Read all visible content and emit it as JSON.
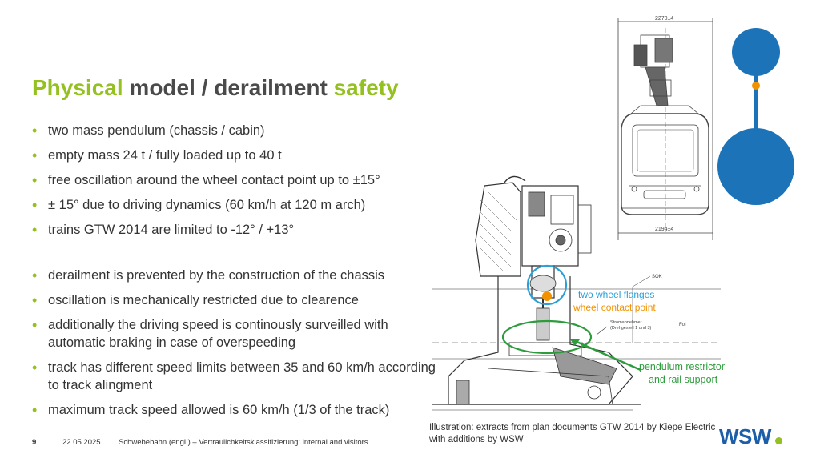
{
  "title": {
    "word1": "Physical",
    "word2": "model",
    "word3": " / derailment",
    "word4": "safety"
  },
  "bullets_group1": [
    "two mass pendulum (chassis / cabin)",
    "empty mass 24 t  / fully loaded up to 40 t",
    "free oscillation around the wheel contact point up to ±15°",
    "± 15° due to driving dynamics (60 km/h at 120 m arch)",
    "trains GTW 2014 are limited to -12° / +13°"
  ],
  "bullets_group2": [
    "derailment is prevented by the construction of the chassis",
    "oscillation is mechanically restricted due to clearence",
    "additionally the driving speed is continously surveilled with automatic braking in case of overspeeding",
    "track has different speed limits between 35 and 60 km/h according to track alingment",
    "maximum track speed allowed is 60 km/h (1/3 of the track)"
  ],
  "figure": {
    "dim_top": "2270±4",
    "dim_bottom": "2194±4",
    "label_sok": "SOK",
    "label_fol": "FoI",
    "label_current": "Stromabnehmer",
    "label_current2": "(Drehgestell 1 und 3)",
    "label_flanges": "two wheel flanges",
    "label_contact": "wheel contact point",
    "label_restrictor": "pendulum restrictor",
    "label_rail": "and rail support"
  },
  "caption": {
    "line1": "Illustration: extracts from plan documents GTW 2014 by Kiepe Electric",
    "line2": "with additions by WSW"
  },
  "footer": {
    "page": "9",
    "date": "22.05.2025",
    "text": "Schwebebahn (engl.) – Vertraulichkeitsklassifizierung: internal and visitors"
  },
  "logo": {
    "text": "WSW"
  },
  "colors": {
    "accent_green": "#94c11f",
    "blue": "#1c73b8",
    "orange": "#f39200",
    "annot_blue": "#2a9fd8",
    "annot_green": "#2e9c3d"
  }
}
